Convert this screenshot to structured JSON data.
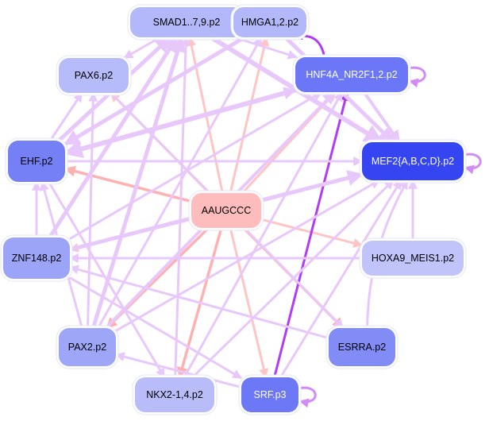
{
  "graph": {
    "nodes": [
      {
        "id": "SMAD",
        "label": "SMAD1..7,9.p2",
        "fill": "#b3b8fa",
        "text": "#000000"
      },
      {
        "id": "HMGA",
        "label": "HMGA1,2.p2",
        "fill": "#b3b8fa",
        "text": "#000000"
      },
      {
        "id": "PAX6",
        "label": "PAX6.p2",
        "fill": "#b6bbfa",
        "text": "#000000"
      },
      {
        "id": "HNF4A",
        "label": "HNF4A_NR2F1,2.p2",
        "fill": "#6b77f6",
        "text": "#ffffff"
      },
      {
        "id": "EHF",
        "label": "EHF.p2",
        "fill": "#7580f7",
        "text": "#000000"
      },
      {
        "id": "MEF2",
        "label": "MEF2{A,B,C,D}.p2",
        "fill": "#3545f2",
        "text": "#ffffff"
      },
      {
        "id": "MOTIF",
        "label": "AAUGCCC",
        "fill": "#ffbcbc",
        "text": "#000000"
      },
      {
        "id": "ZNF148",
        "label": "ZNF148.p2",
        "fill": "#9ca4f8",
        "text": "#000000"
      },
      {
        "id": "HOXA9",
        "label": "HOXA9_MEIS1.p2",
        "fill": "#c0c4fb",
        "text": "#000000"
      },
      {
        "id": "PAX2",
        "label": "PAX2.p2",
        "fill": "#9ea6f8",
        "text": "#000000"
      },
      {
        "id": "ESRRA",
        "label": "ESRRA.p2",
        "fill": "#828cf7",
        "text": "#000000"
      },
      {
        "id": "NKX",
        "label": "NKX2-1,4.p2",
        "fill": "#b8bdfa",
        "text": "#000000"
      },
      {
        "id": "SRF",
        "label": "SRF.p3",
        "fill": "#6c78f6",
        "text": "#ffffff"
      }
    ],
    "edge_colors": {
      "tf": "#e8c8fb",
      "motif": "#ffc4c4",
      "motif_strong": "#ffb0b0",
      "strong": "#b23cf6",
      "self": "#d28af7"
    },
    "edges": [
      {
        "from": "MOTIF",
        "to": "EHF",
        "kind": "motif_strong"
      },
      {
        "from": "MOTIF",
        "to": "ZNF148",
        "kind": "motif"
      },
      {
        "from": "MOTIF",
        "to": "PAX2",
        "kind": "motif_strong"
      },
      {
        "from": "MOTIF",
        "to": "NKX",
        "kind": "motif_strong"
      },
      {
        "from": "MOTIF",
        "to": "SRF",
        "kind": "motif"
      },
      {
        "from": "MOTIF",
        "to": "ESRRA",
        "kind": "motif_strong"
      },
      {
        "from": "MOTIF",
        "to": "HOXA9",
        "kind": "motif"
      },
      {
        "from": "MOTIF",
        "to": "MEF2",
        "kind": "motif"
      },
      {
        "from": "MOTIF",
        "to": "HNF4A",
        "kind": "motif"
      },
      {
        "from": "MOTIF",
        "to": "HMGA",
        "kind": "motif"
      },
      {
        "from": "MOTIF",
        "to": "SMAD",
        "kind": "motif"
      },
      {
        "from": "MOTIF",
        "to": "PAX6",
        "kind": "motif"
      },
      {
        "from": "SRF",
        "to": "HNF4A",
        "kind": "strong"
      },
      {
        "from": "HNF4A",
        "to": "HMGA",
        "kind": "strong",
        "curve": 1
      },
      {
        "from": "SMAD",
        "to": "PAX6",
        "kind": "tf"
      },
      {
        "from": "SMAD",
        "to": "HNF4A",
        "kind": "tf"
      },
      {
        "from": "SMAD",
        "to": "MEF2",
        "kind": "tf",
        "w": 6
      },
      {
        "from": "HMGA",
        "to": "SMAD",
        "kind": "tf",
        "curve": 1
      },
      {
        "from": "SMAD",
        "to": "HMGA",
        "kind": "tf",
        "curve": -1
      },
      {
        "from": "HMGA",
        "to": "MEF2",
        "kind": "tf",
        "w": 5
      },
      {
        "from": "HMGA",
        "to": "EHF",
        "kind": "tf",
        "w": 5
      },
      {
        "from": "HNF4A",
        "to": "MEF2",
        "kind": "tf",
        "w": 4
      },
      {
        "from": "HNF4A",
        "to": "EHF",
        "kind": "tf",
        "w": 6
      },
      {
        "from": "EHF",
        "to": "SMAD",
        "kind": "tf",
        "w": 5
      },
      {
        "from": "EHF",
        "to": "PAX6",
        "kind": "tf"
      },
      {
        "from": "EHF",
        "to": "MEF2",
        "kind": "tf"
      },
      {
        "from": "EHF",
        "to": "HNF4A",
        "kind": "tf",
        "w": 4
      },
      {
        "from": "EHF",
        "to": "NKX",
        "kind": "tf"
      },
      {
        "from": "ZNF148",
        "to": "SMAD",
        "kind": "tf",
        "w": 5
      },
      {
        "from": "ZNF148",
        "to": "MEF2",
        "kind": "tf",
        "w": 5
      },
      {
        "from": "ZNF148",
        "to": "HNF4A",
        "kind": "tf"
      },
      {
        "from": "ZNF148",
        "to": "SRF",
        "kind": "tf"
      },
      {
        "from": "ZNF148",
        "to": "EHF",
        "kind": "tf"
      },
      {
        "from": "HOXA9",
        "to": "ZNF148",
        "kind": "tf"
      },
      {
        "from": "HOXA9",
        "to": "MEF2",
        "kind": "tf"
      },
      {
        "from": "PAX2",
        "to": "SMAD",
        "kind": "tf",
        "w": 5
      },
      {
        "from": "PAX2",
        "to": "HMGA",
        "kind": "tf"
      },
      {
        "from": "PAX2",
        "to": "PAX6",
        "kind": "tf"
      },
      {
        "from": "PAX2",
        "to": "HNF4A",
        "kind": "tf",
        "w": 4
      },
      {
        "from": "PAX2",
        "to": "MEF2",
        "kind": "tf"
      },
      {
        "from": "PAX2",
        "to": "EHF",
        "kind": "tf"
      },
      {
        "from": "NKX",
        "to": "SMAD",
        "kind": "tf"
      },
      {
        "from": "NKX",
        "to": "MEF2",
        "kind": "tf"
      },
      {
        "from": "NKX",
        "to": "HNF4A",
        "kind": "tf"
      },
      {
        "from": "ESRRA",
        "to": "MEF2",
        "kind": "tf",
        "curve": -1
      },
      {
        "from": "ESRRA",
        "to": "ZNF148",
        "kind": "tf"
      },
      {
        "from": "SRF",
        "to": "MEF2",
        "kind": "tf"
      },
      {
        "from": "SRF",
        "to": "PAX2",
        "kind": "tf"
      },
      {
        "from": "PAX6",
        "to": "ESRRA",
        "kind": "tf"
      }
    ],
    "self_loops": [
      "HNF4A",
      "MEF2",
      "SRF"
    ]
  }
}
